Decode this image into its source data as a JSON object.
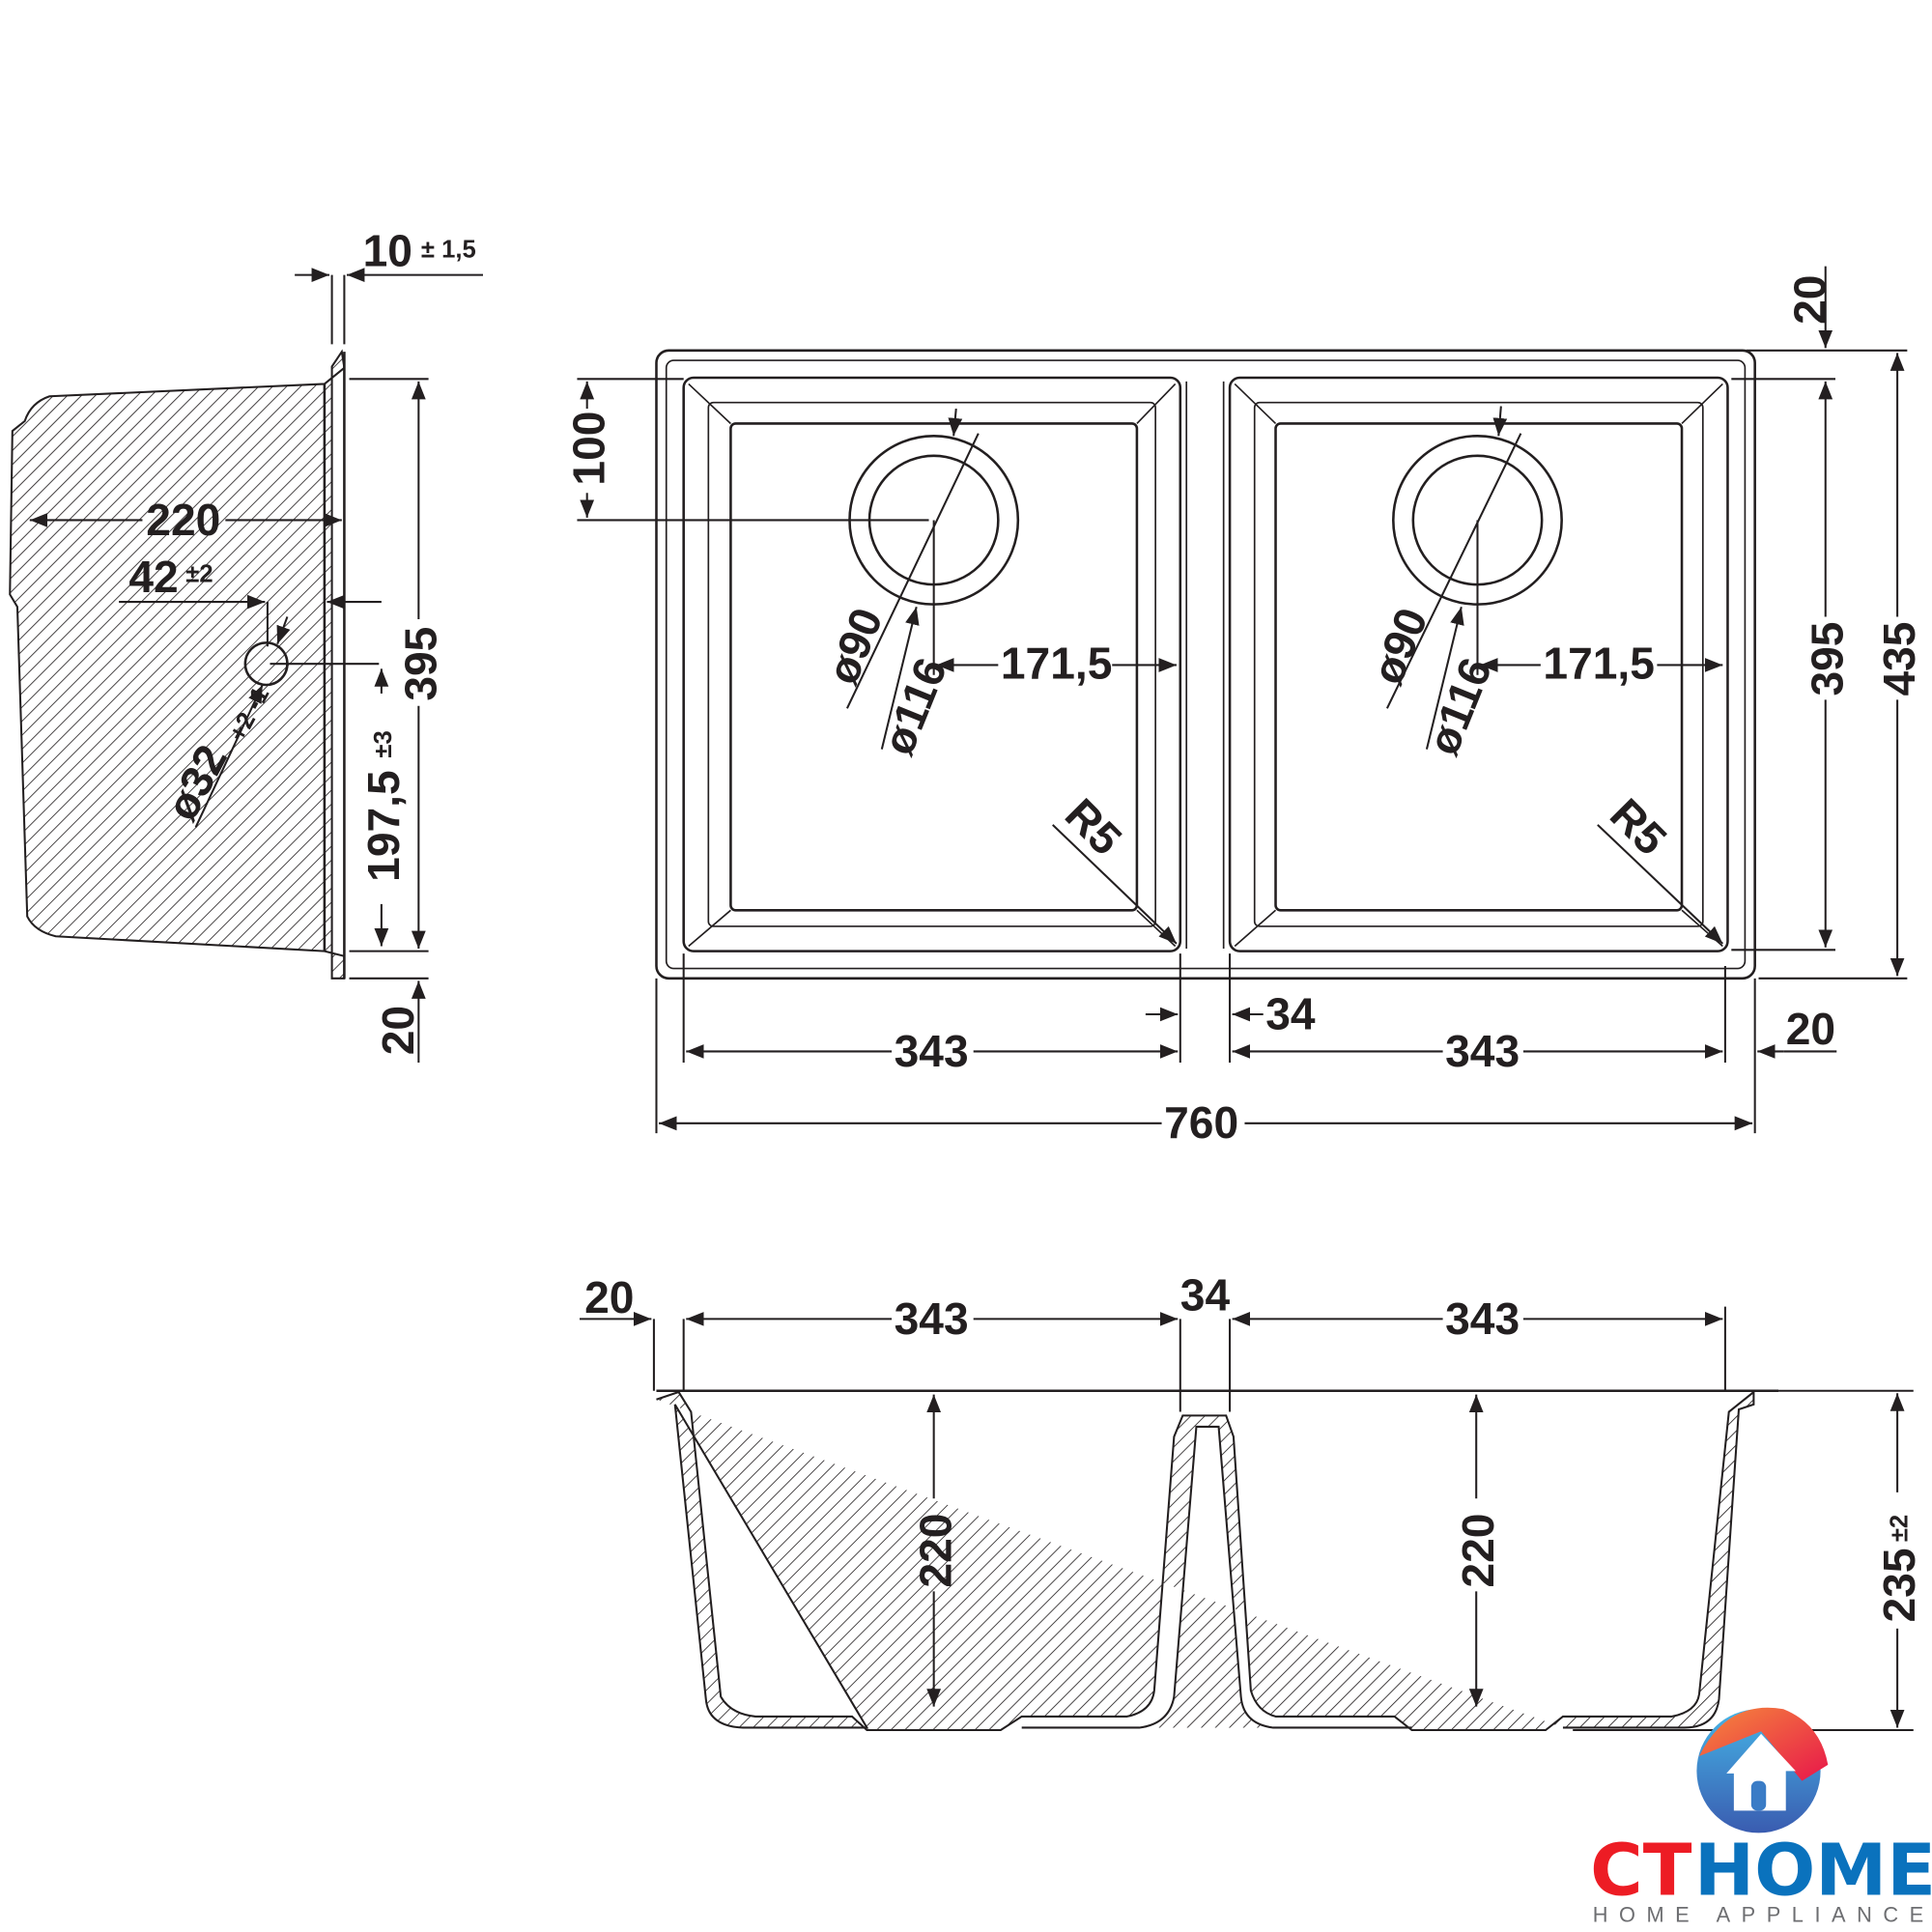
{
  "side_view": {
    "top_thickness": "10",
    "top_thickness_tol": "± 1,5",
    "depth": "220",
    "overflow_offset": "42",
    "overflow_offset_tol": "±2",
    "overflow_diameter": "ø32",
    "overflow_diameter_tol": "+2 -1",
    "overflow_height": "197,5",
    "overflow_height_tol": "±3",
    "inner_length": "395",
    "rim": "20"
  },
  "top_view": {
    "drain_offset": "100",
    "drain_inner": "ø90",
    "drain_outer": "ø116",
    "drain_center_left": "171,5",
    "drain_center_right": "171,5",
    "corner_radius_left": "R5",
    "corner_radius_right": "R5",
    "bowl_width_left": "343",
    "divider": "34",
    "bowl_width_right": "343",
    "rim_side": "20",
    "overall_width": "760",
    "rim_top": "20",
    "inner_depth": "395",
    "overall_depth": "435"
  },
  "front_view": {
    "rim": "20",
    "bowl_width_left": "343",
    "divider": "34",
    "bowl_width_right": "343",
    "bowl_depth_left": "220",
    "bowl_depth_right": "220",
    "overall_height": "235",
    "overall_height_tol": "±2"
  },
  "logo": {
    "brand_ct": "CT",
    "brand_home": "HOME",
    "tagline": "HOME APPLIANCES",
    "colors": {
      "red": "#ed1c24",
      "blue": "#0a72bd",
      "gray": "#6d6e71"
    }
  }
}
